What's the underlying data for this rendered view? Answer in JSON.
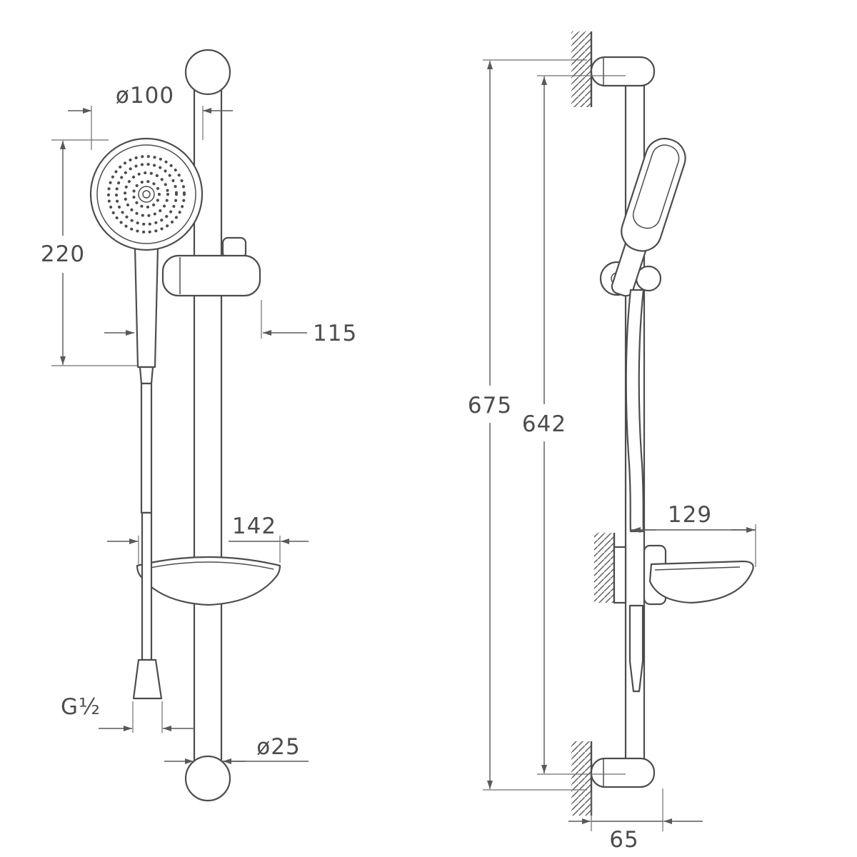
{
  "page": {
    "background": "#ffffff",
    "line_color": "#4d4d4d",
    "dim_color": "#595959"
  },
  "dimensions": {
    "front": {
      "head_diameter": "ø100",
      "handset_height": "220",
      "holder_depth": "115",
      "dish_width": "142",
      "hose_thread": "G½",
      "bar_diameter": "ø25"
    },
    "side": {
      "overall_height": "675",
      "bar_height": "642",
      "dish_depth": "129",
      "bracket_depth": "65"
    }
  }
}
